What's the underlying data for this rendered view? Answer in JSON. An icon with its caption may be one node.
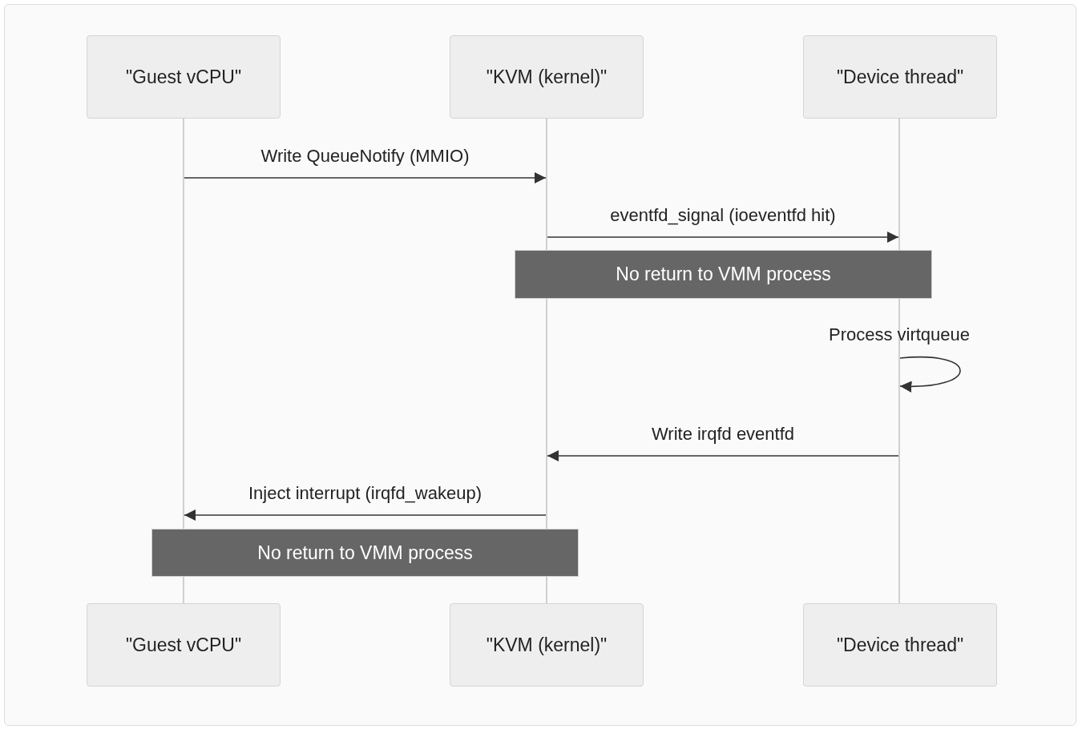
{
  "diagram": {
    "nodes": [
      {
        "text": [
          "\"Guest vCPU\""
        ]
      },
      {
        "text": [
          "\"KVM (kernel)\""
        ]
      },
      {
        "text": [
          "\"Device thread\""
        ]
      },
      {
        "text": [
          "\"Guest vCPU\""
        ]
      },
      {
        "text": [
          "\"KVM (kernel)\""
        ]
      },
      {
        "text": [
          "\"Device thread\""
        ]
      },
      {
        "text": [
          "No return to VMM process"
        ]
      },
      {
        "text": [
          "No return to VMM process"
        ]
      },
      {
        "text": [],
        "shape": "bar"
      },
      {
        "text": [],
        "shape": "bar"
      },
      {
        "text": [],
        "shape": "bar"
      }
    ],
    "edges": [
      {
        "from": 8,
        "to": 9,
        "arrow": "to",
        "label": "Write QueueNotify (MMIO)"
      },
      {
        "from": 9,
        "to": 10,
        "arrow": "to",
        "label": "eventfd_signal (ioeventfd hit)"
      },
      {
        "from": 10,
        "to": 10,
        "arrow": "to",
        "label": "Process virtqueue"
      },
      {
        "from": 10,
        "to": 9,
        "arrow": "to",
        "label": "Write irqfd eventfd"
      },
      {
        "from": 9,
        "to": 8,
        "arrow": "to",
        "label": "Inject interrupt (irqfd_wakeup)"
      }
    ]
  }
}
